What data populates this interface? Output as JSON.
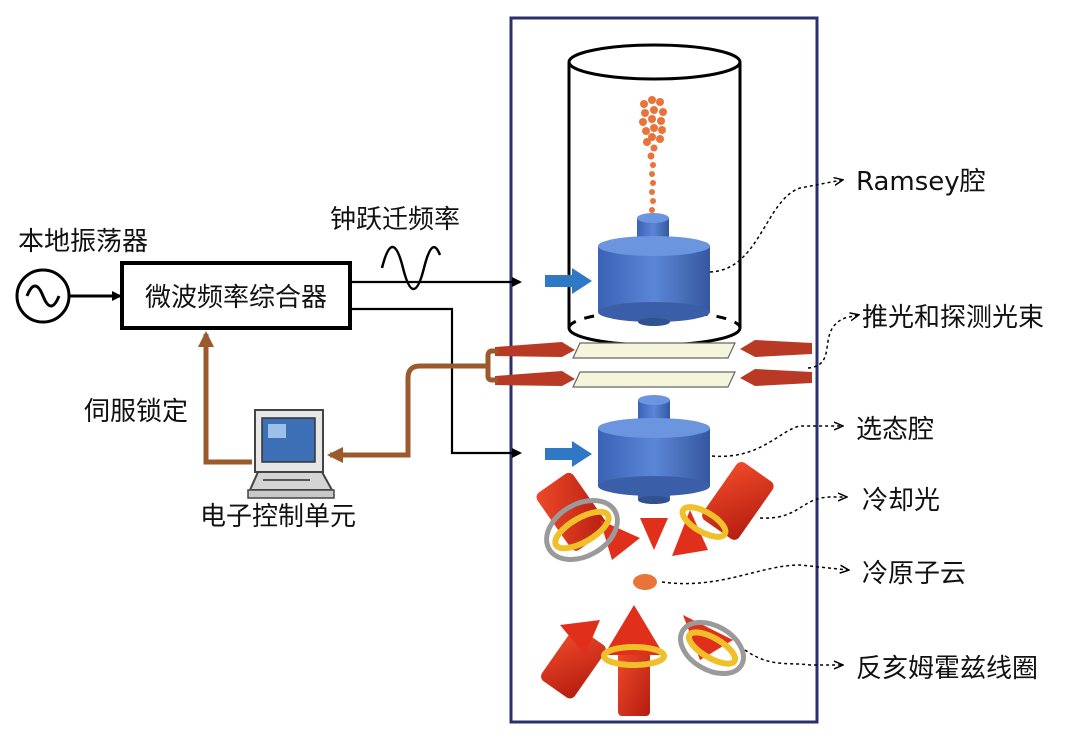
{
  "labels": {
    "local_oscillator": "本地振荡器",
    "synthesizer": "微波频率综合器",
    "clock_transition": "钟跃迁频率",
    "servo_lock": "伺服锁定",
    "electronics": "电子控制单元",
    "ramsey_cavity": "Ramsey腔",
    "push_probe": "推光和探测光束",
    "state_selection": "选态腔",
    "cooling_light": "冷却光",
    "cold_atoms": "冷原子云",
    "coils": "反亥姆霍兹线圈"
  },
  "colors": {
    "frame": "#2c2f6e",
    "cavity_blue": "#4a72c4",
    "arrow_blue": "#2f78c6",
    "servo_brown": "#9b5a2c",
    "beam_red": "#b83a25",
    "atom_orange": "#e8743a",
    "laser_red": "#d32a1a",
    "coil_yellow": "#f0c02a"
  }
}
